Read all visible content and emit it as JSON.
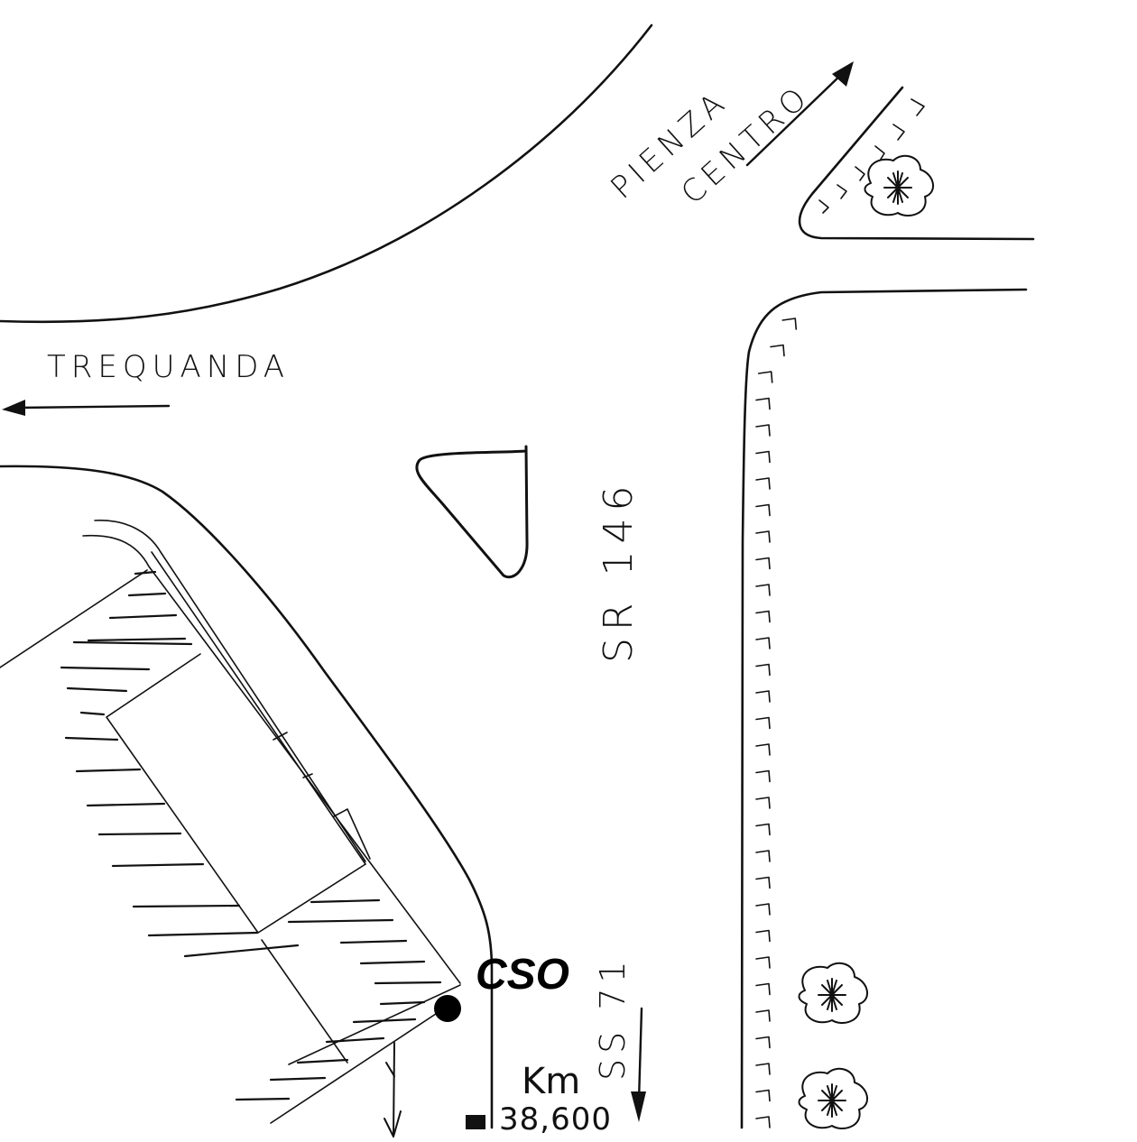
{
  "labels": {
    "trequanda": "TREQUANDA",
    "pienza": "PIENZA",
    "centro": "CENTRO",
    "sr146": "SR 146",
    "ss71": "SS 71",
    "km": "Km",
    "km_value": "38,600",
    "cso": "CSO"
  },
  "colors": {
    "ink": "#111111",
    "background": "#ffffff"
  },
  "icons": [
    "arrow-left-icon",
    "arrow-up-right-icon",
    "arrow-down-icon",
    "shrub-icon",
    "location-dot-icon",
    "km-marker-icon"
  ]
}
